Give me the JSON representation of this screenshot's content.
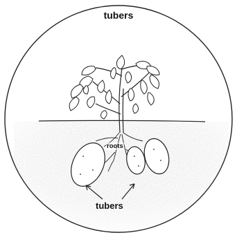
{
  "title": "tubers",
  "labels": {
    "roots": "roots",
    "tubers": "tubers"
  },
  "colors": {
    "outline": "#222222",
    "soil": "#b9b9b9",
    "background": "#ffffff"
  }
}
